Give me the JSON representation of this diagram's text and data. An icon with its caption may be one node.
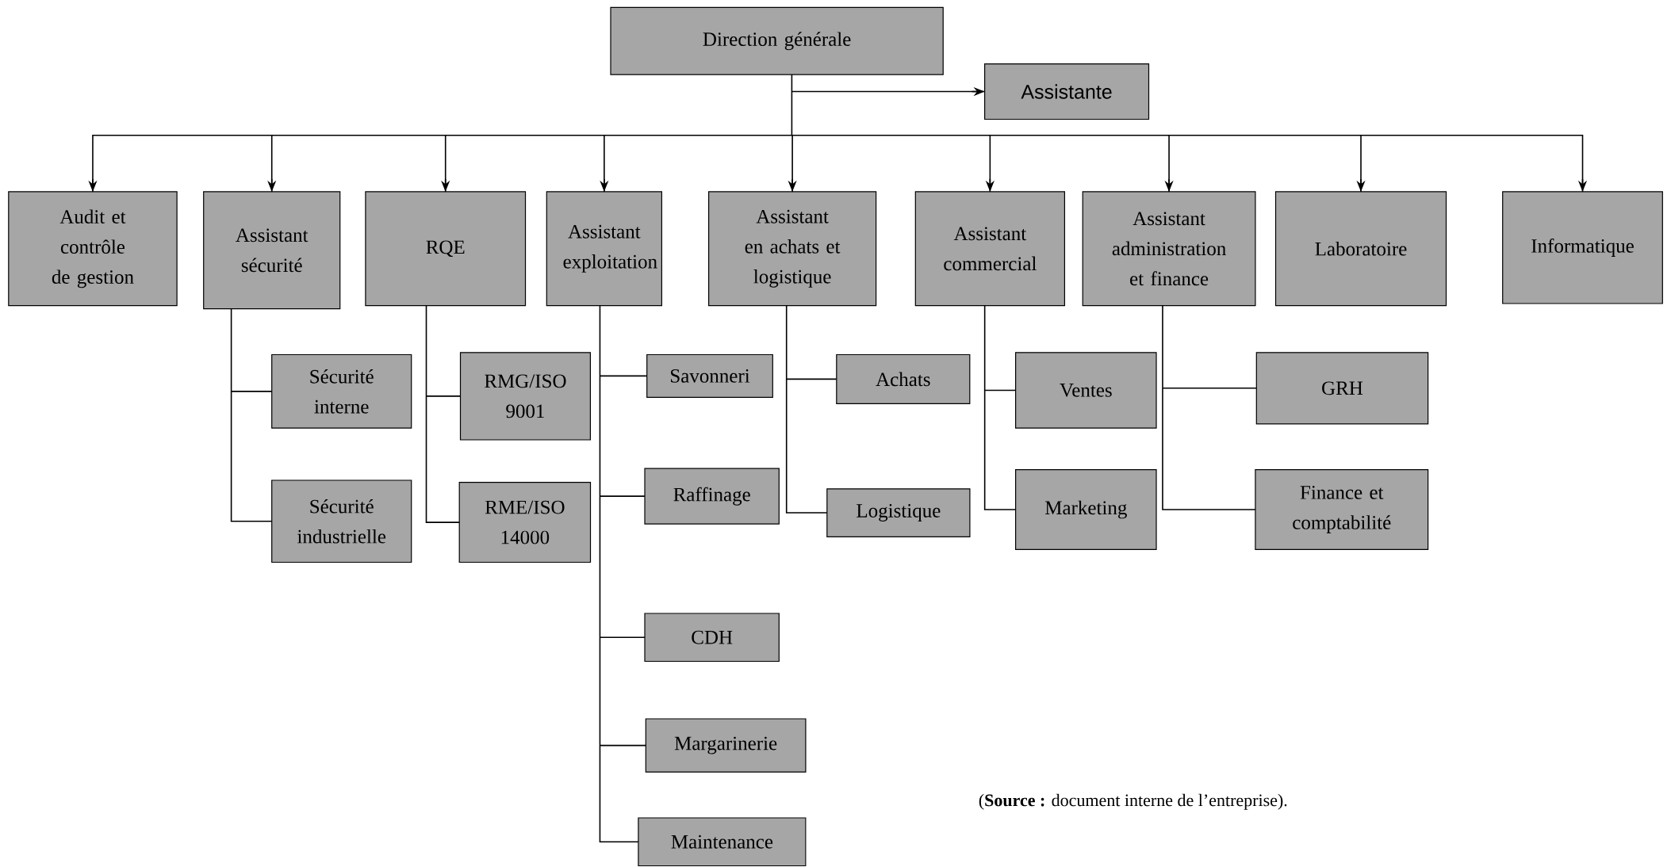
{
  "diagram": {
    "nodes": [
      {
        "text": [
          "Direction générale"
        ]
      },
      {
        "text": [
          "Assistante"
        ]
      },
      {
        "text": [
          "Audit et contrôle de gestion"
        ]
      },
      {
        "text": [
          "Assistant sécurité"
        ]
      },
      {
        "text": [
          "RQE"
        ]
      },
      {
        "text": [
          "Assistant exploitation"
        ]
      },
      {
        "text": [
          "Assistant en achats et logistique"
        ]
      },
      {
        "text": [
          "Assistant commercial"
        ]
      },
      {
        "text": [
          "Assistant administration et finance"
        ]
      },
      {
        "text": [
          "Laboratoire"
        ]
      },
      {
        "text": [
          "Informatique"
        ]
      },
      {
        "text": [
          "Sécurité interne"
        ]
      },
      {
        "text": [
          "Sécurité industrielle"
        ]
      },
      {
        "text": [
          "RMG/ISO 9001"
        ]
      },
      {
        "text": [
          "RME/ISO 14000"
        ]
      },
      {
        "text": [
          "Savonneri"
        ]
      },
      {
        "text": [
          "Raffinage"
        ]
      },
      {
        "text": [
          "CDH"
        ]
      },
      {
        "text": [
          "Margarinerie"
        ]
      },
      {
        "text": [
          "Maintenance"
        ]
      },
      {
        "text": [
          "Achats"
        ]
      },
      {
        "text": [
          "Logistique"
        ]
      },
      {
        "text": [
          "Ventes"
        ]
      },
      {
        "text": [
          "Marketing"
        ]
      },
      {
        "text": [
          "GRH"
        ]
      },
      {
        "text": [
          "Finance et comptabilité"
        ]
      }
    ],
    "edges": [
      {
        "from": 0,
        "to": 1,
        "arrow": "to"
      },
      {
        "from": 0,
        "to": 2,
        "arrow": "to"
      },
      {
        "from": 0,
        "to": 3,
        "arrow": "to"
      },
      {
        "from": 0,
        "to": 4,
        "arrow": "to"
      },
      {
        "from": 0,
        "to": 5,
        "arrow": "to"
      },
      {
        "from": 0,
        "to": 6,
        "arrow": "to"
      },
      {
        "from": 0,
        "to": 7,
        "arrow": "to"
      },
      {
        "from": 0,
        "to": 8,
        "arrow": "to"
      },
      {
        "from": 0,
        "to": 9,
        "arrow": "to"
      },
      {
        "from": 0,
        "to": 10,
        "arrow": "to"
      },
      {
        "from": 3,
        "to": 11,
        "arrow": "none"
      },
      {
        "from": 3,
        "to": 12,
        "arrow": "none"
      },
      {
        "from": 4,
        "to": 13,
        "arrow": "none"
      },
      {
        "from": 4,
        "to": 14,
        "arrow": "none"
      },
      {
        "from": 5,
        "to": 15,
        "arrow": "none"
      },
      {
        "from": 5,
        "to": 16,
        "arrow": "none"
      },
      {
        "from": 5,
        "to": 17,
        "arrow": "none"
      },
      {
        "from": 5,
        "to": 18,
        "arrow": "none"
      },
      {
        "from": 5,
        "to": 19,
        "arrow": "none"
      },
      {
        "from": 6,
        "to": 20,
        "arrow": "none"
      },
      {
        "from": 6,
        "to": 21,
        "arrow": "none"
      },
      {
        "from": 7,
        "to": 22,
        "arrow": "none"
      },
      {
        "from": 7,
        "to": 23,
        "arrow": "none"
      },
      {
        "from": 8,
        "to": 24,
        "arrow": "none"
      },
      {
        "from": 8,
        "to": 25,
        "arrow": "none"
      }
    ],
    "labels": [
      "(**Source :** document interne de l’entreprise)."
    ]
  }
}
